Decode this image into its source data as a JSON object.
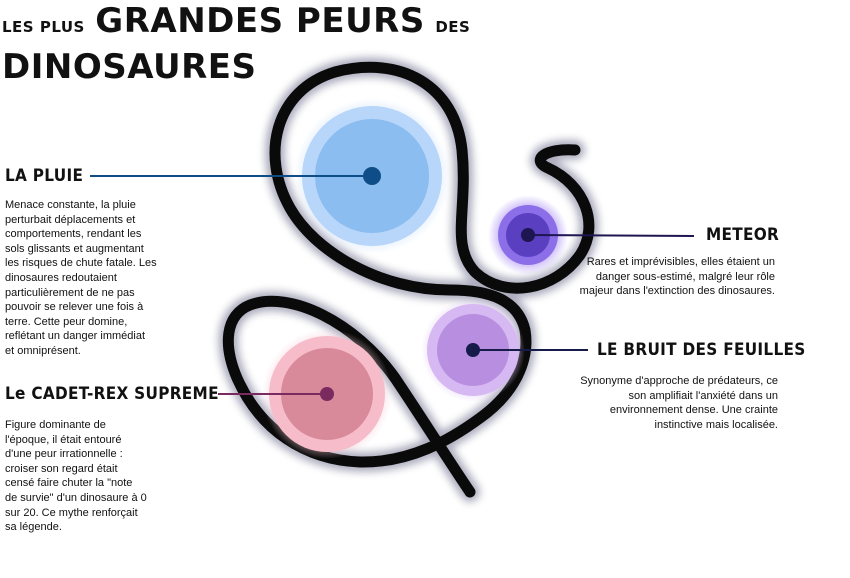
{
  "title": {
    "prefix": "LES PLUS",
    "main": "GRANDES PEURS",
    "suffix": "DES",
    "line2": "DINOSAURES"
  },
  "items": [
    {
      "id": "pluie",
      "heading": "LA PLUIE",
      "text": "Menace constante, la pluie perturbait déplacements et comportements, rendant les sols glissants et augmentant les risques de chute fatale. Les dinosaures redoutaient particulièrement de ne pas pouvoir se relever une fois à terre. Cette peur domine, reflétant un danger immédiat et omniprésent.",
      "color": "#0e4d87"
    },
    {
      "id": "meteor",
      "heading": "METEOR",
      "text": "Rares et imprévisibles, elles étaient un danger sous-estimé, malgré leur rôle majeur dans l'extinction des dinosaures.",
      "color": "#2a1a5e"
    },
    {
      "id": "feuilles",
      "heading": "LE BRUIT DES FEUILLES",
      "text": "Synonyme d'approche de prédateurs, ce son amplifiait l'anxiété dans un environnement dense. Une crainte instinctive mais localisée.",
      "color": "#161b4a"
    },
    {
      "id": "cadet",
      "heading": "Le CADET-REX SUPREME",
      "text": "Figure dominante de l'époque, il était entouré d'une peur irrationnelle : croiser son regard était censé faire chuter la \"note de survie\" d'un dinosaure à 0 sur 20. Ce mythe renforçait sa légende.",
      "color": "#7a2a5e"
    }
  ],
  "colors": {
    "rain": "#8cbdf0",
    "meteor": "#5a3fc0",
    "leaves": "#b88ee0",
    "cadet": "#d98a9a",
    "path": "#0a0a0a"
  }
}
